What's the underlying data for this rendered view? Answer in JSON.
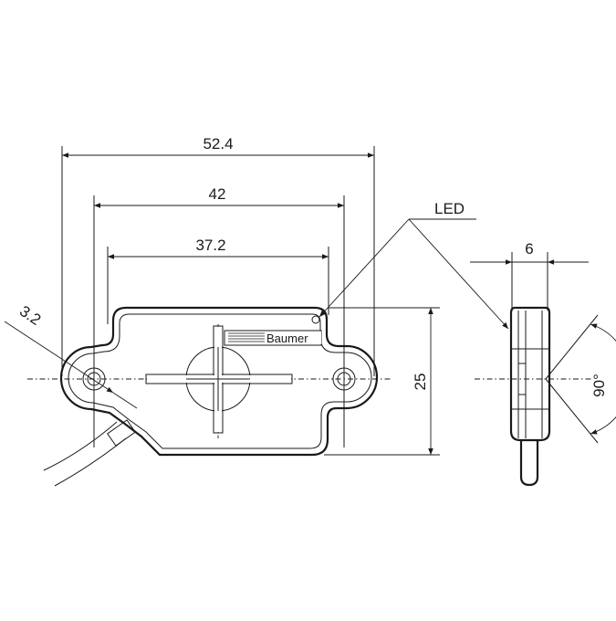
{
  "dimensions": {
    "overall_width": "52.4",
    "hole_spacing": "42",
    "body_width": "37.2",
    "height": "25",
    "hole_diameter": "3.2",
    "depth": "6",
    "angle": "90°"
  },
  "labels": {
    "led": "LED",
    "brand": "Baumer"
  },
  "colors": {
    "line": "#1a1a1a",
    "background": "#ffffff"
  }
}
